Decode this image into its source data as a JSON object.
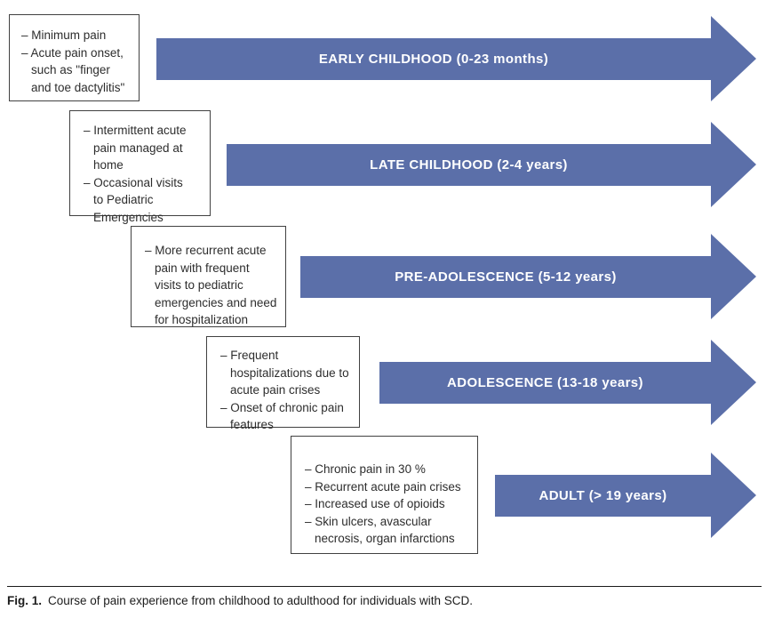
{
  "colors": {
    "arrow_fill": "#5B6FA9",
    "arrow_label_text": "#FFFFFF",
    "box_border": "#414141",
    "note_text": "#2D2D2D"
  },
  "stages": [
    {
      "label": "EARLY CHILDHOOD (0-23 months)",
      "notes": [
        "– Minimum pain",
        "– Acute pain onset,\nsuch as \"finger\nand toe dactylitis\""
      ]
    },
    {
      "label": "LATE CHILDHOOD (2-4 years)",
      "notes": [
        "– Intermittent acute\npain managed at\nhome",
        "– Occasional visits\nto Pediatric\nEmergencies"
      ]
    },
    {
      "label": "PRE-ADOLESCENCE (5-12 years)",
      "notes": [
        "– More recurrent acute\npain with frequent\nvisits to pediatric\nemergencies and need\nfor hospitalization"
      ]
    },
    {
      "label": "ADOLESCENCE (13-18 years)",
      "notes": [
        "– Frequent\nhospitalizations due to\nacute pain crises",
        "– Onset of chronic pain\nfeatures"
      ]
    },
    {
      "label": "ADULT (> 19 years)",
      "notes": [
        "– Chronic pain in 30 %",
        "– Recurrent acute pain crises",
        "– Increased use of opioids",
        "– Skin ulcers, avascular\nnecrosis, organ infarctions"
      ]
    }
  ],
  "caption": {
    "fig_label": "Fig. 1.",
    "text": "Course of pain experience from childhood to adulthood for individuals with SCD."
  }
}
